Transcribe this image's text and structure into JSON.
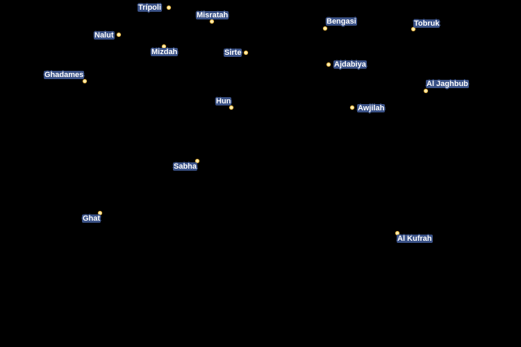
{
  "map": {
    "background": "#000000",
    "marker_color": "#f7c240",
    "label_text_color": "#ffffff",
    "label_halo_color": "#3b5287",
    "cities": [
      {
        "name": "Trípoli",
        "marker": [
          243,
          11
        ],
        "label": [
          198,
          5
        ]
      },
      {
        "name": "Misratah",
        "marker": [
          305,
          31
        ],
        "label": [
          282,
          16
        ]
      },
      {
        "name": "Nalut",
        "marker": [
          171,
          50
        ],
        "label": [
          135,
          45
        ]
      },
      {
        "name": "Mizdah",
        "marker": [
          236,
          67
        ],
        "label": [
          217,
          69
        ]
      },
      {
        "name": "Sirte",
        "marker": [
          354,
          76
        ],
        "label": [
          322,
          70
        ]
      },
      {
        "name": "Bengasi",
        "marker": [
          468,
          41
        ],
        "label": [
          469,
          25
        ]
      },
      {
        "name": "Tobruk",
        "marker": [
          595,
          42
        ],
        "label": [
          595,
          28
        ]
      },
      {
        "name": "Ajdabiya",
        "marker": [
          473,
          93
        ],
        "label": [
          480,
          87
        ]
      },
      {
        "name": "Ghadames",
        "marker": [
          122,
          117
        ],
        "label": [
          63,
          102
        ]
      },
      {
        "name": "Al Jaghbub",
        "marker": [
          613,
          131
        ],
        "label": [
          613,
          115
        ]
      },
      {
        "name": "Hun",
        "marker": [
          333,
          155
        ],
        "label": [
          310,
          140
        ]
      },
      {
        "name": "Awjilah",
        "marker": [
          507,
          155
        ],
        "label": [
          514,
          150
        ]
      },
      {
        "name": "Sabha",
        "marker": [
          284,
          232
        ],
        "label": [
          249,
          234
        ]
      },
      {
        "name": "Ghat",
        "marker": [
          144,
          307
        ],
        "label": [
          118,
          309
        ]
      },
      {
        "name": "Al Kufrah",
        "marker": [
          572,
          336
        ],
        "label": [
          571,
          338
        ]
      }
    ]
  }
}
